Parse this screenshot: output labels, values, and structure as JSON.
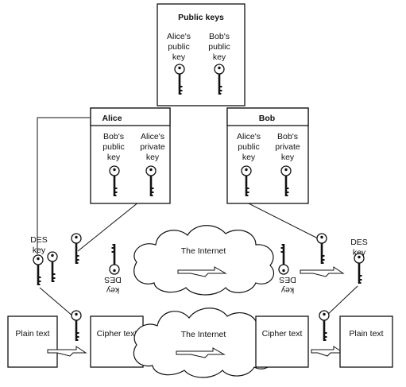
{
  "public_keys_box": {
    "title": "Public keys",
    "keys": [
      {
        "label_lines": [
          "Alice's",
          "public",
          "key"
        ],
        "icon": "key-icon"
      },
      {
        "label_lines": [
          "Bob's",
          "public",
          "key"
        ],
        "icon": "key-icon"
      }
    ]
  },
  "alice_box": {
    "title": "Alice",
    "keys": [
      {
        "label_lines": [
          "Bob's",
          "public",
          "key"
        ],
        "icon": "key-icon"
      },
      {
        "label_lines": [
          "Alice's",
          "private",
          "key"
        ],
        "icon": "key-icon"
      }
    ]
  },
  "bob_box": {
    "title": "Bob",
    "keys": [
      {
        "label_lines": [
          "Alice's",
          "public",
          "key"
        ],
        "icon": "key-icon"
      },
      {
        "label_lines": [
          "Bob's",
          "private",
          "key"
        ],
        "icon": "key-icon"
      }
    ]
  },
  "des_key_left": {
    "label_lines": [
      "DES",
      "key"
    ]
  },
  "des_key_right": {
    "label_lines": [
      "DES",
      "key"
    ]
  },
  "des_encrypted_left": {
    "label_lines": [
      "DES",
      "key"
    ]
  },
  "des_encrypted_right": {
    "label_lines": [
      "DES",
      "key"
    ]
  },
  "cloud_top": {
    "label": "The Internet"
  },
  "cloud_bottom": {
    "label": "The Internet"
  },
  "plain_text_left": {
    "label": "Plain text"
  },
  "cipher_text_left": {
    "label": "Cipher text"
  },
  "cipher_text_right": {
    "label": "Cipher text"
  },
  "plain_text_right": {
    "label": "Plain text"
  }
}
